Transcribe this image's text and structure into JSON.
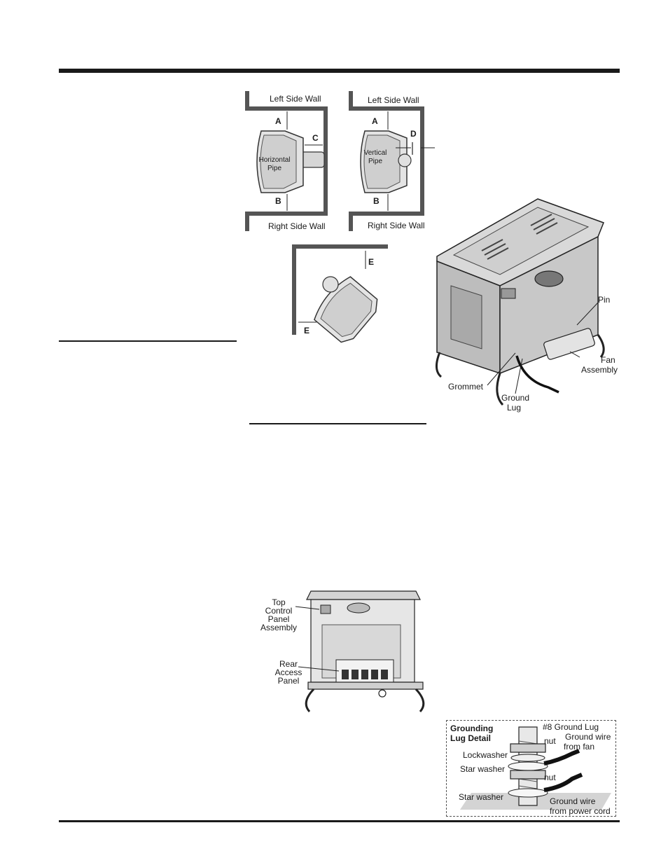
{
  "clearance_diagram_horizontal": {
    "wall_top": "Left Side Wall",
    "wall_bottom": "Right Side Wall",
    "pipe_label_line1": "Horizontal",
    "pipe_label_line2": "Pipe",
    "dim_a": "A",
    "dim_b": "B",
    "dim_c": "C"
  },
  "clearance_diagram_vertical": {
    "wall_top": "Left Side Wall",
    "wall_bottom": "Right Side Wall",
    "pipe_label_line1": "Vertical",
    "pipe_label_line2": "Pipe",
    "dim_a": "A",
    "dim_b": "B",
    "dim_d": "D"
  },
  "corner_diagram": {
    "dim_e_top": "E",
    "dim_e_left": "E"
  },
  "stove_rear_diagram": {
    "pin": "Pin",
    "fan_assembly_line1": "Fan",
    "fan_assembly_line2": "Assembly",
    "grommet": "Grommet",
    "ground_lug_line1": "Ground",
    "ground_lug_line2": "Lug"
  },
  "control_panel_diagram": {
    "top_control_line1": "Top",
    "top_control_line2": "Control",
    "top_control_line3": "Panel",
    "top_control_line4": "Assembly",
    "rear_access_line1": "Rear",
    "rear_access_line2": "Access",
    "rear_access_line3": "Panel"
  },
  "grounding_detail": {
    "title_line1": "Grounding",
    "title_line2": "Lug Detail",
    "ground_lug": "#8 Ground Lug",
    "nut_top": "nut",
    "ground_wire_fan_line1": "Ground wire",
    "ground_wire_fan_line2": "from fan",
    "lockwasher": "Lockwasher",
    "star_washer_top": "Star washer",
    "nut_bottom": "nut",
    "star_washer_bottom": "Star washer",
    "ground_wire_cord_line1": "Ground wire",
    "ground_wire_cord_line2": "from power cord"
  }
}
